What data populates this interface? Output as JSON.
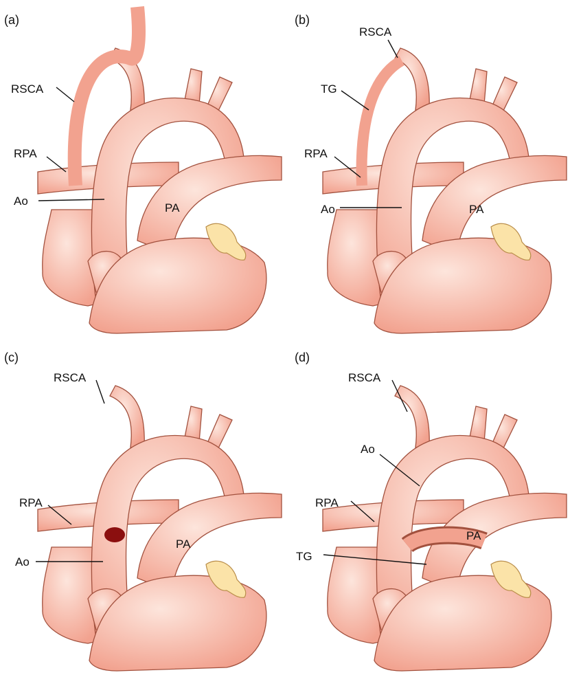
{
  "colors": {
    "vessel_fill": "#f2a28f",
    "vessel_highlight": "#fde5dc",
    "vessel_outline": "#a2513e",
    "ductus_fill": "#fbe3a8",
    "ductus_outline": "#b98d4a",
    "defect_fill": "#8b0f0f"
  },
  "panels": [
    {
      "tag": "(a)",
      "labels": {
        "rsca": "RSCA",
        "rpa": "RPA",
        "ao": "Ao",
        "pa": "PA"
      }
    },
    {
      "tag": "(b)",
      "labels": {
        "rsca": "RSCA",
        "tg": "TG",
        "rpa": "RPA",
        "ao": "Ao",
        "pa": "PA"
      }
    },
    {
      "tag": "(c)",
      "labels": {
        "rsca": "RSCA",
        "rpa": "RPA",
        "ao": "Ao",
        "pa": "PA"
      }
    },
    {
      "tag": "(d)",
      "labels": {
        "rsca": "RSCA",
        "ao": "Ao",
        "rpa": "RPA",
        "tg": "TG",
        "pa": "PA"
      }
    }
  ]
}
